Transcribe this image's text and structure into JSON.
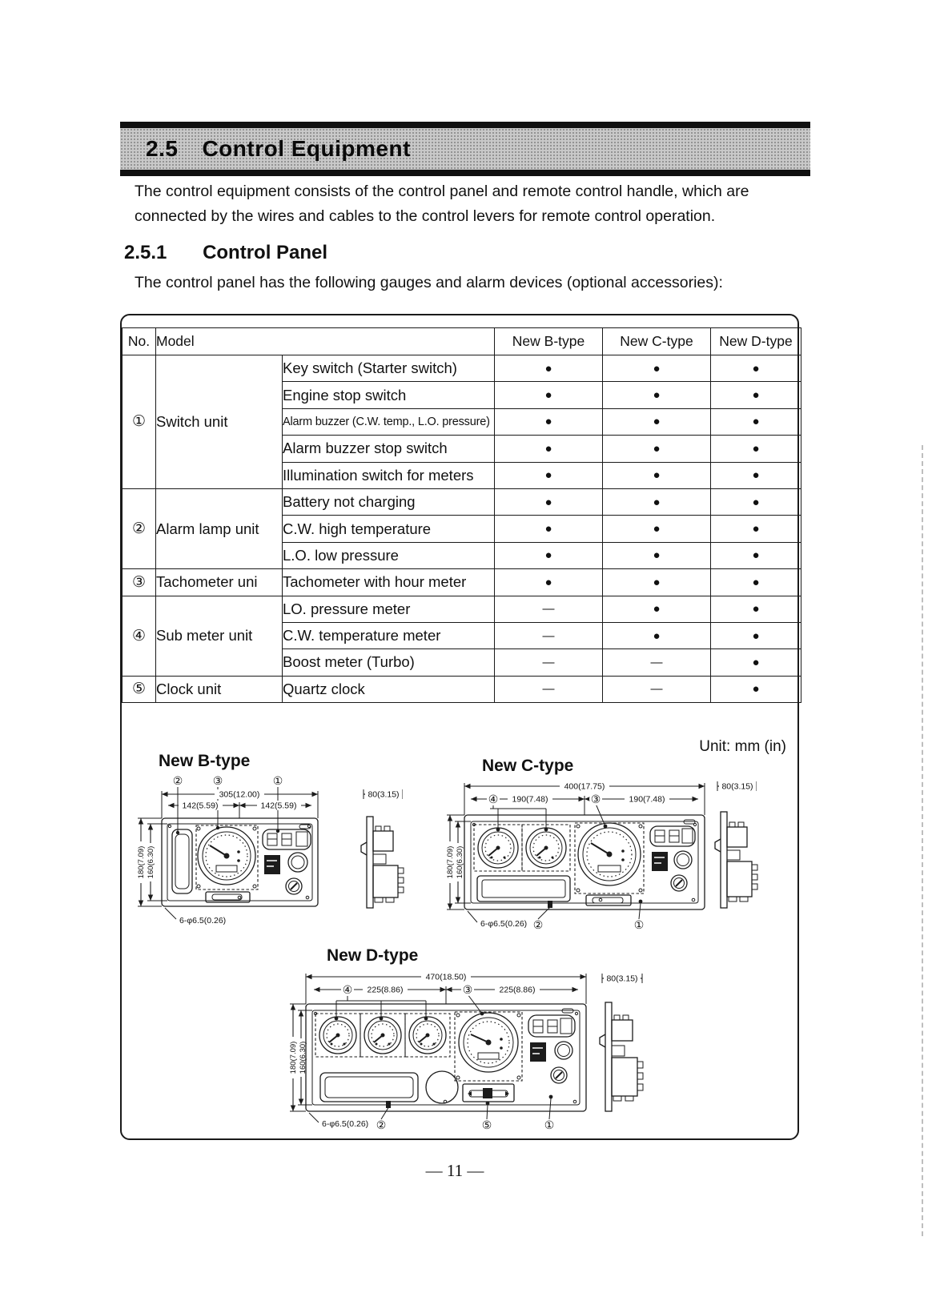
{
  "header": {
    "section_number": "2.5",
    "title": "Control Equipment"
  },
  "intro": "The control equipment consists of the control panel and remote control handle, which are connected by the wires and cables to the control levers for remote control operation.",
  "subsection": {
    "number": "2.5.1",
    "title": "Control Panel",
    "lead": "The control panel has the following gauges and alarm devices (optional accessories):"
  },
  "table": {
    "headers": {
      "no": "No.",
      "model": "Model",
      "b": "New B-type",
      "c": "New C-type",
      "d": "New D-type"
    },
    "groups": [
      {
        "no": "①",
        "unit": "Switch unit",
        "rows": [
          {
            "item": "Key switch (Starter switch)",
            "b": "●",
            "c": "●",
            "d": "●"
          },
          {
            "item": "Engine stop switch",
            "b": "●",
            "c": "●",
            "d": "●"
          },
          {
            "item": "Alarm buzzer (C.W. temp., L.O. pressure)",
            "b": "●",
            "c": "●",
            "d": "●"
          },
          {
            "item": "Alarm buzzer stop switch",
            "b": "●",
            "c": "●",
            "d": "●"
          },
          {
            "item": "Illumination switch for meters",
            "b": "●",
            "c": "●",
            "d": "●"
          }
        ]
      },
      {
        "no": "②",
        "unit": "Alarm lamp unit",
        "rows": [
          {
            "item": "Battery not charging",
            "b": "●",
            "c": "●",
            "d": "●"
          },
          {
            "item": "C.W. high temperature",
            "b": "●",
            "c": "●",
            "d": "●"
          },
          {
            "item": "L.O. low pressure",
            "b": "●",
            "c": "●",
            "d": "●"
          }
        ]
      },
      {
        "no": "③",
        "unit": "Tachometer uni",
        "rows": [
          {
            "item": "Tachometer with hour meter",
            "b": "●",
            "c": "●",
            "d": "●"
          }
        ]
      },
      {
        "no": "④",
        "unit": "Sub meter unit",
        "rows": [
          {
            "item": "LO. pressure meter",
            "b": "—",
            "c": "●",
            "d": "●"
          },
          {
            "item": "C.W. temperature meter",
            "b": "—",
            "c": "●",
            "d": "●"
          },
          {
            "item": "Boost meter (Turbo)",
            "b": "—",
            "c": "—",
            "d": "●"
          }
        ]
      },
      {
        "no": "⑤",
        "unit": "Clock unit",
        "rows": [
          {
            "item": "Quartz clock",
            "b": "—",
            "c": "—",
            "d": "●"
          }
        ]
      }
    ]
  },
  "diagrams": {
    "unit_note": "Unit: mm (in)",
    "b": {
      "title": "New B-type",
      "width_total": "305(12.00)",
      "width_left": "142(5.59)",
      "width_right": "142(5.59)",
      "height_outer": "180(7.09)",
      "height_inner": "160(6.30)",
      "depth": "80(3.15)",
      "mounting_holes": "6-φ6.5(0.26)",
      "callouts_top": [
        "②",
        "③",
        "①"
      ]
    },
    "c": {
      "title": "New C-type",
      "width_total": "400(17.75)",
      "width_left": "190(7.48)",
      "width_right": "190(7.48)",
      "height_outer": "180(7.09)",
      "height_inner": "160(6.30)",
      "depth": "80(3.15)",
      "mounting_holes": "6-φ6.5(0.26)",
      "callouts_top": [
        "④",
        "③"
      ],
      "callouts_bottom": [
        "②",
        "①"
      ]
    },
    "d": {
      "title": "New D-type",
      "width_total": "470(18.50)",
      "width_left": "225(8.86)",
      "width_right": "225(8.86)",
      "height_outer": "180(7.09)",
      "height_inner": "160(6.30)",
      "depth": "80(3.15)",
      "mounting_holes": "6-φ6.5(0.26)",
      "callouts_top": [
        "④",
        "③"
      ],
      "callouts_bottom": [
        "②",
        "⑤",
        "①"
      ]
    }
  },
  "footer": {
    "page_number": "— 11 —"
  }
}
